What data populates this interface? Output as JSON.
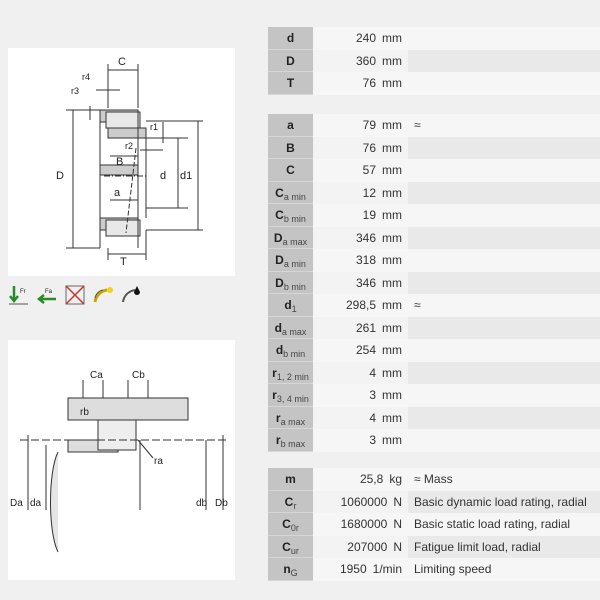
{
  "drawing1": {
    "labels": {
      "C": "C",
      "r4": "r4",
      "r3": "r3",
      "r1": "r1",
      "r2": "r2",
      "B": "B",
      "D": "D",
      "d": "d",
      "d1": "d1",
      "a": "a",
      "T": "T"
    }
  },
  "drawing2": {
    "labels": {
      "Ca": "Ca",
      "Cb": "Cb",
      "rb": "rb",
      "ra": "ra",
      "Da": "Da",
      "da": "da",
      "db": "db",
      "Db": "Db"
    }
  },
  "icons": [
    "radial-load-icon",
    "axial-load-icon",
    "not-separable-icon",
    "grease-lubrication-icon",
    "oil-lubrication-icon"
  ],
  "groups": [
    [
      {
        "sym": "d",
        "sub": "",
        "value": "240",
        "unit": "mm",
        "desc": ""
      },
      {
        "sym": "D",
        "sub": "",
        "value": "360",
        "unit": "mm",
        "desc": ""
      },
      {
        "sym": "T",
        "sub": "",
        "value": "76",
        "unit": "mm",
        "desc": ""
      }
    ],
    [
      {
        "sym": "a",
        "sub": "",
        "value": "79",
        "unit": "mm",
        "desc": "≈"
      },
      {
        "sym": "B",
        "sub": "",
        "value": "76",
        "unit": "mm",
        "desc": ""
      },
      {
        "sym": "C",
        "sub": "",
        "value": "57",
        "unit": "mm",
        "desc": ""
      },
      {
        "sym": "C",
        "sub": "a min",
        "value": "12",
        "unit": "mm",
        "desc": ""
      },
      {
        "sym": "C",
        "sub": "b min",
        "value": "19",
        "unit": "mm",
        "desc": ""
      },
      {
        "sym": "D",
        "sub": "a max",
        "value": "346",
        "unit": "mm",
        "desc": ""
      },
      {
        "sym": "D",
        "sub": "a min",
        "value": "318",
        "unit": "mm",
        "desc": ""
      },
      {
        "sym": "D",
        "sub": "b min",
        "value": "346",
        "unit": "mm",
        "desc": ""
      },
      {
        "sym": "d",
        "sub": "1",
        "value": "298,5",
        "unit": "mm",
        "desc": "≈"
      },
      {
        "sym": "d",
        "sub": "a max",
        "value": "261",
        "unit": "mm",
        "desc": ""
      },
      {
        "sym": "d",
        "sub": "b min",
        "value": "254",
        "unit": "mm",
        "desc": ""
      },
      {
        "sym": "r",
        "sub": "1, 2 min",
        "value": "4",
        "unit": "mm",
        "desc": ""
      },
      {
        "sym": "r",
        "sub": "3, 4 min",
        "value": "3",
        "unit": "mm",
        "desc": ""
      },
      {
        "sym": "r",
        "sub": "a max",
        "value": "4",
        "unit": "mm",
        "desc": ""
      },
      {
        "sym": "r",
        "sub": "b max",
        "value": "3",
        "unit": "mm",
        "desc": ""
      }
    ],
    [
      {
        "sym": "m",
        "sub": "",
        "value": "25,8",
        "unit": "kg",
        "desc": "≈ Mass"
      },
      {
        "sym": "C",
        "sub": "r",
        "value": "1060000",
        "unit": "N",
        "desc": "Basic dynamic load rating, radial"
      },
      {
        "sym": "C",
        "sub": "0r",
        "value": "1680000",
        "unit": "N",
        "desc": "Basic static load rating, radial"
      },
      {
        "sym": "C",
        "sub": "ur",
        "value": "207000",
        "unit": "N",
        "desc": "Fatigue limit load, radial"
      },
      {
        "sym": "n",
        "sub": "G",
        "value": "1950",
        "unit": "1/min",
        "desc": "Limiting speed"
      }
    ]
  ]
}
